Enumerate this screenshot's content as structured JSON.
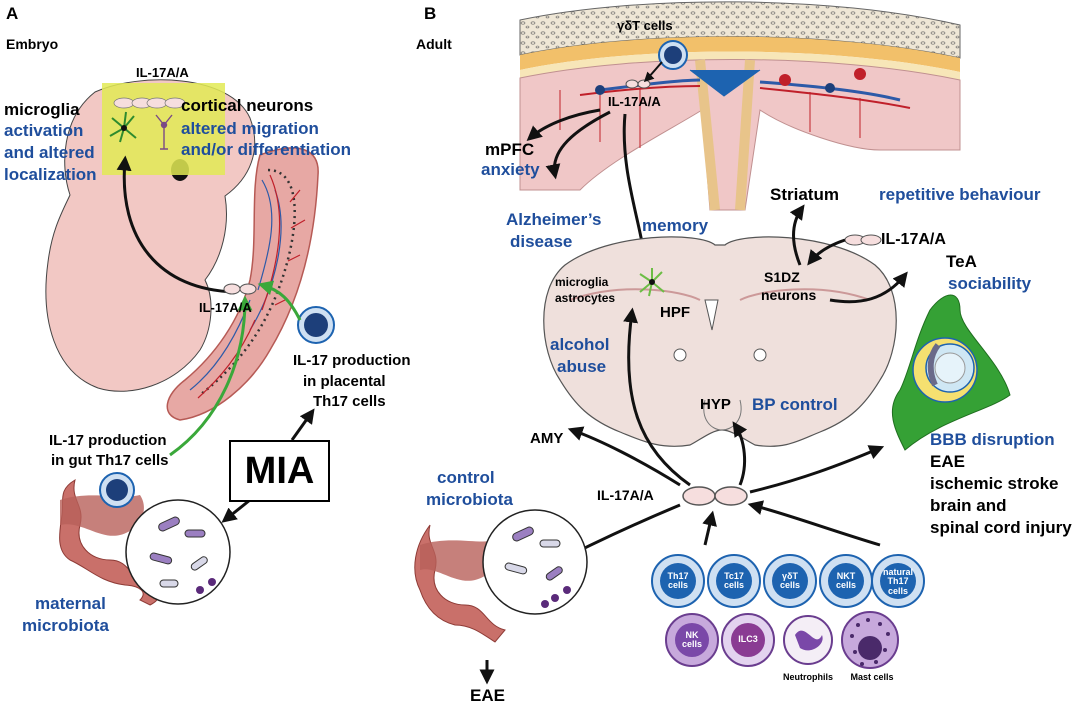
{
  "panels": {
    "a": "A",
    "b": "B"
  },
  "stage_a": "Embryo",
  "stage_b": "Adult",
  "embryo": {
    "il17_top": "IL-17A/A",
    "microglia": [
      "microglia",
      "activation",
      "and altered",
      "localization"
    ],
    "neurons": [
      "cortical neurons",
      "altered migration",
      "and/or differentiation"
    ],
    "il17_mid": "IL-17A/A",
    "placental": [
      "IL-17 production",
      "in placental",
      "Th17 cells"
    ],
    "gut": [
      "IL-17 production",
      "in gut Th17 cells"
    ],
    "mia": "MIA",
    "maternal": [
      "maternal",
      "microbiota"
    ]
  },
  "adult": {
    "gdt": "γδT cells",
    "il17_meninges": "IL-17A/A",
    "mpfc": "mPFC",
    "anxiety": "anxiety",
    "alzheimers": [
      "Alzheimer’s",
      "disease"
    ],
    "memory": "memory",
    "striatum": "Striatum",
    "repetitive": "repetitive behaviour",
    "il17_s1dz": "IL-17A/A",
    "s1dz": [
      "S1DZ",
      "neurons"
    ],
    "tea": "TeA",
    "sociability": "sociability",
    "glia": [
      "microglia",
      "astrocytes"
    ],
    "hpf": "HPF",
    "alcohol": [
      "alcohol",
      "abuse"
    ],
    "hyp": "HYP",
    "bp": "BP control",
    "amy": "AMY",
    "il17_center": "IL-17A/A",
    "control": [
      "control",
      "microbiota"
    ],
    "bbb": "BBB disruption",
    "diseases": [
      "EAE",
      "ischemic stroke",
      "brain and",
      "spinal cord injury"
    ],
    "eae_bottom": "EAE"
  },
  "cells_row1": [
    "Th17 cells",
    "Tc17 cells",
    "γδT cells",
    "NKT cells",
    "natural Th17 cells"
  ],
  "cells_row2": [
    "NK cells",
    "ILC3",
    "Neutrophils",
    "Mast cells"
  ],
  "colors": {
    "blue_text": "#1f4e9c",
    "skin": "#f2c8c4",
    "brain": "#efe0dc",
    "gut": "#c9706a",
    "cell_blue": "#1d63b0",
    "glia_green": "#6cbd45",
    "endothelium_green": "#35a135"
  }
}
